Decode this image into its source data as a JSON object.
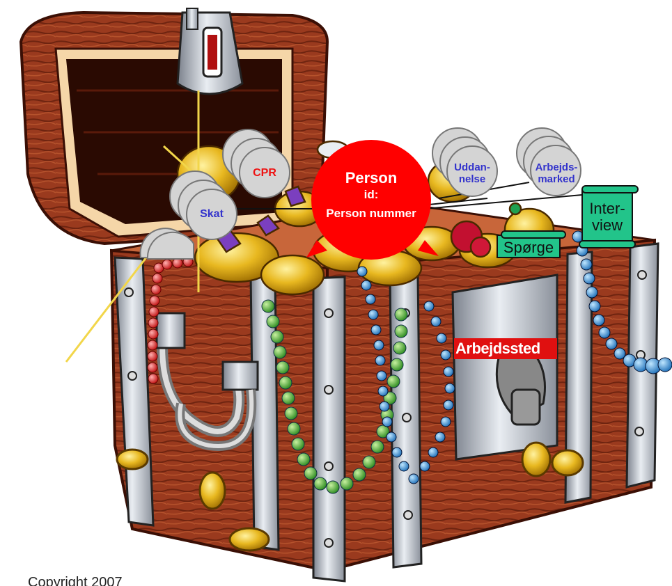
{
  "diagram": {
    "center_node": {
      "title": "Person",
      "subtitle": "id:",
      "key": "Person nummer",
      "color": "#ff0000"
    },
    "register_nodes": [
      {
        "label": "CPR",
        "label_color": "#ee1111"
      },
      {
        "label": "Skat",
        "label_color": "#3333cc"
      },
      {
        "label": "Uddan-\nnelse",
        "label_color": "#3333cc"
      },
      {
        "label": "Arbejds-\nmarked",
        "label_color": "#3333cc"
      },
      {
        "label": "",
        "label_color": "#3333cc"
      }
    ],
    "scrolls": [
      {
        "label": "Inter-\nview",
        "color": "#22c48a"
      },
      {
        "label": "Spørge",
        "color": "#22c48a"
      }
    ],
    "chest_sign": "Arbejdssted",
    "footer": "Copyright 2007"
  },
  "colors": {
    "chest_wood": "#9a3a1e",
    "chest_dark": "#5a1a0a",
    "metal": "#bfc4cc",
    "gold": "#e8b820",
    "disc": "#cfcfcf"
  }
}
